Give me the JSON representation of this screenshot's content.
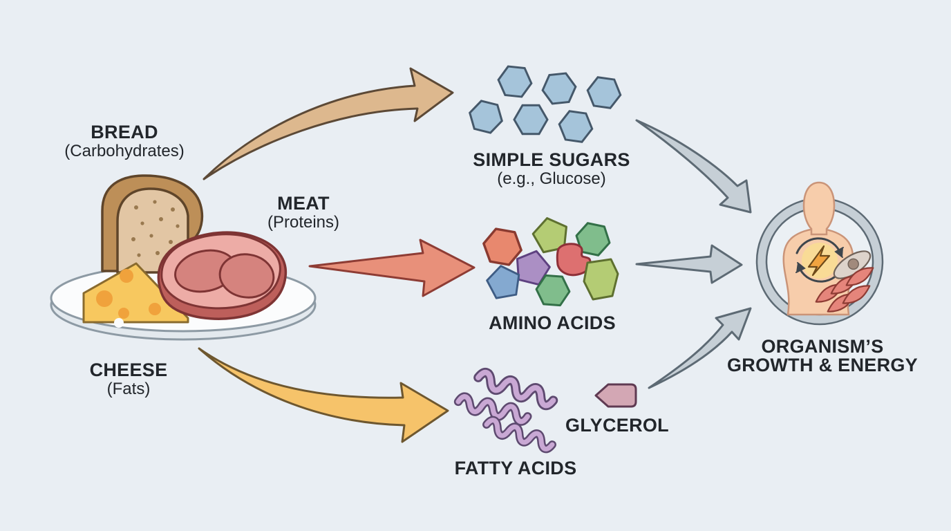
{
  "foods": [
    {
      "id": "bread",
      "title": "BREAD",
      "subtitle": "(Carbohydrates)"
    },
    {
      "id": "meat",
      "title": "MEAT",
      "subtitle": "(Proteins)"
    },
    {
      "id": "cheese",
      "title": "CHEESE",
      "subtitle": "(Fats)"
    }
  ],
  "products": [
    {
      "id": "simple-sugars",
      "title": "SIMPLE SUGARS",
      "subtitle": "(e.g., Glucose)"
    },
    {
      "id": "amino-acids",
      "title": "AMINO ACIDS"
    },
    {
      "id": "fatty-acids",
      "title": "FATTY ACIDS"
    },
    {
      "id": "glycerol",
      "title": "GLYCEROL"
    }
  ],
  "result": {
    "line1": "ORGANISM’S",
    "line2": "GROWTH & ENERGY"
  },
  "arrows": [
    {
      "from": "bread (carbohydrates)",
      "to": "simple sugars",
      "color": "#ddb88e"
    },
    {
      "from": "meat (proteins)",
      "to": "amino acids",
      "color": "#e8907a"
    },
    {
      "from": "cheese (fats)",
      "to": "fatty acids + glycerol",
      "color": "#f6c36a"
    },
    {
      "from": "simple sugars",
      "to": "organism",
      "color": "#c6cfd6"
    },
    {
      "from": "amino acids",
      "to": "organism",
      "color": "#c6cfd6"
    },
    {
      "from": "fatty acids + glycerol",
      "to": "organism",
      "color": "#c6cfd6"
    }
  ],
  "icons": [
    "plate-icon",
    "bread-icon",
    "meat-icon",
    "cheese-icon",
    "sugar-hexagon-icon",
    "amino-acid-shapes-icon",
    "fatty-acid-squiggle-icon",
    "glycerol-block-icon",
    "organism-body-icon",
    "energy-bolt-icon",
    "energy-cycle-icon",
    "cell-icon",
    "muscle-fiber-icon"
  ],
  "colors": {
    "background": "#e9eef3",
    "text": "#22262b",
    "carb_arrow": "#ddb88e",
    "protein_arrow": "#e8907a",
    "fat_arrow": "#f6c36a",
    "gray_arrow": "#c6cfd6",
    "sugar_hexagon": "#a5c4da",
    "fatty_squiggle": "#c9a8d4",
    "glycerol": "#d3a7b4",
    "body_skin": "#f7cdab",
    "energy_circle": "#f9db96",
    "bolt": "#f2a440"
  }
}
